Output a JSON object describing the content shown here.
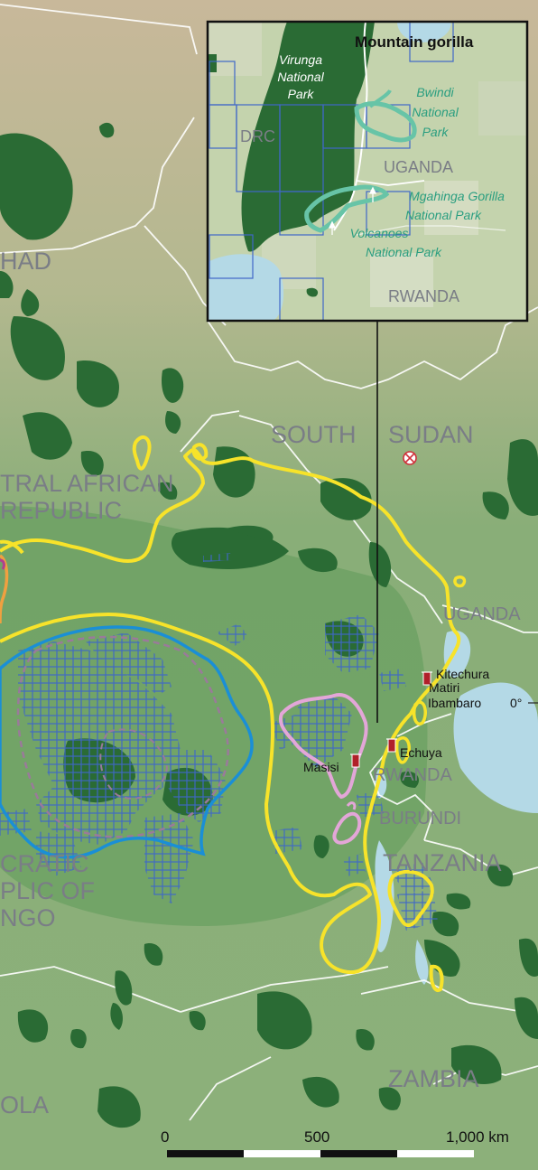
{
  "inset": {
    "title": "Mountain gorilla",
    "country_labels": [
      "DRC",
      "UGANDA",
      "RWANDA"
    ],
    "park_labels": {
      "virunga": [
        "Virunga",
        "National",
        "Park"
      ],
      "bwindi": [
        "Bwindi",
        "National",
        "Park"
      ],
      "mgahinga": [
        "Mgahinga Gorilla",
        "National Park"
      ],
      "volcanoes": [
        "Volcanoes",
        "National Park"
      ]
    }
  },
  "map_labels": {
    "chad": "HAD",
    "car": [
      "TRAL AFRICAN",
      "REPUBLIC"
    ],
    "south_sudan": [
      "SOUTH",
      "SUDAN"
    ],
    "uganda": "UGANDA",
    "rwanda": "RWANDA",
    "burundi": "BURUNDI",
    "tanzania": "TANZANIA",
    "drc": [
      "CRATIC",
      "PLIC OF",
      "NGO"
    ],
    "zambia": "ZAMBIA",
    "angola": "OLA"
  },
  "sites": {
    "kitechura": "Kitechura",
    "matiri": "Matiri",
    "ibambaro": "Ibambaro",
    "echuya": "Echuya",
    "masisi": "Masisi"
  },
  "equator_label": "0°",
  "scale_bar": {
    "tick_0": "0",
    "tick_500": "500",
    "tick_1000": "1,000 km"
  },
  "colors": {
    "land": "#8fae7a",
    "forest": "#2a6b34",
    "water": "#b4d9e6",
    "yellow_range": "#f7e32a",
    "blue_range": "#1a8fd6",
    "pink_range": "#e3a6d8",
    "teal_range": "#67c4a7",
    "grid": "#3f67c8",
    "marker": "#b0202a"
  }
}
